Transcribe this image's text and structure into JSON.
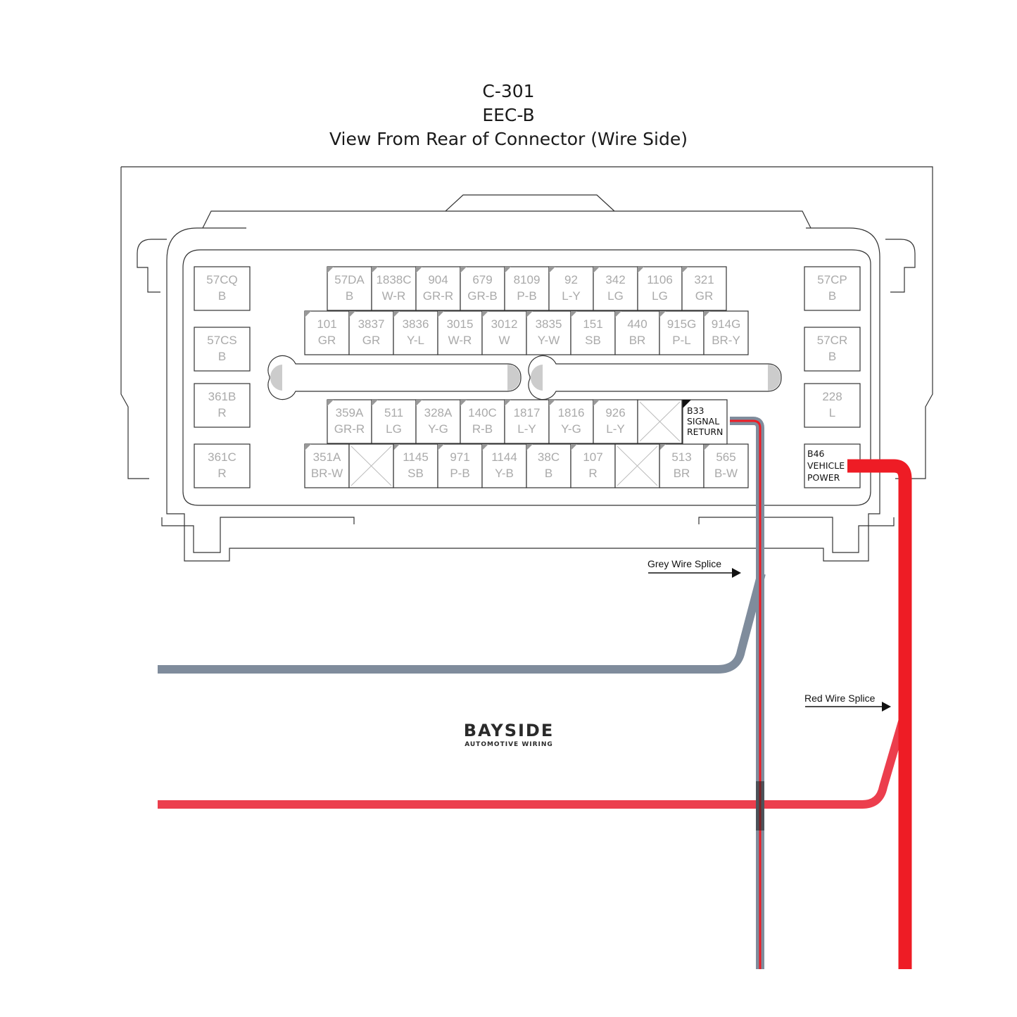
{
  "header": {
    "connector_id": "C-301",
    "connector_name": "EEC-B",
    "view_note": "View From Rear of Connector (Wire Side)"
  },
  "pins": {
    "side_left": [
      {
        "num": "57CQ",
        "color": "B"
      },
      {
        "num": "57CS",
        "color": "B"
      },
      {
        "num": "361B",
        "color": "R"
      },
      {
        "num": "361C",
        "color": "R"
      }
    ],
    "side_right": [
      {
        "num": "57CP",
        "color": "B"
      },
      {
        "num": "57CR",
        "color": "B"
      },
      {
        "num": "228",
        "color": "L"
      }
    ],
    "row1": [
      {
        "num": "57DA",
        "color": "B"
      },
      {
        "num": "1838C",
        "color": "W-R"
      },
      {
        "num": "904",
        "color": "GR-R"
      },
      {
        "num": "679",
        "color": "GR-B"
      },
      {
        "num": "8109",
        "color": "P-B"
      },
      {
        "num": "92",
        "color": "L-Y"
      },
      {
        "num": "342",
        "color": "LG"
      },
      {
        "num": "1106",
        "color": "LG"
      },
      {
        "num": "321",
        "color": "GR"
      }
    ],
    "row2": [
      {
        "num": "101",
        "color": "GR"
      },
      {
        "num": "3837",
        "color": "GR"
      },
      {
        "num": "3836",
        "color": "Y-L"
      },
      {
        "num": "3015",
        "color": "W-R"
      },
      {
        "num": "3012",
        "color": "W"
      },
      {
        "num": "3835",
        "color": "Y-W"
      },
      {
        "num": "151",
        "color": "SB"
      },
      {
        "num": "440",
        "color": "BR"
      },
      {
        "num": "915G",
        "color": "P-L"
      },
      {
        "num": "914G",
        "color": "BR-Y"
      }
    ],
    "row3": [
      {
        "num": "359A",
        "color": "GR-R"
      },
      {
        "num": "511",
        "color": "LG"
      },
      {
        "num": "328A",
        "color": "Y-G"
      },
      {
        "num": "140C",
        "color": "R-B"
      },
      {
        "num": "1817",
        "color": "L-Y"
      },
      {
        "num": "1816",
        "color": "Y-G"
      },
      {
        "num": "926",
        "color": "L-Y"
      }
    ],
    "row4": [
      {
        "num": "351A",
        "color": "BR-W"
      },
      {
        "num": "1145",
        "color": "SB"
      },
      {
        "num": "971",
        "color": "P-B"
      },
      {
        "num": "1144",
        "color": "Y-B"
      },
      {
        "num": "38C",
        "color": "B"
      },
      {
        "num": "107",
        "color": "R"
      },
      {
        "num": "513",
        "color": "BR"
      },
      {
        "num": "565",
        "color": "B-W"
      }
    ]
  },
  "highlighted_pins": {
    "signal_return": {
      "line1": "B33",
      "line2": "SIGNAL",
      "line3": "RETURN"
    },
    "vehicle_power": {
      "line1": "B46",
      "line2": "VEHICLE",
      "line3": "POWER"
    }
  },
  "splices": {
    "grey": "Grey Wire Splice",
    "red": "Red Wire Splice"
  },
  "wire_colors": {
    "grey": "#7f8c9c",
    "red_light": "#ec3e4d",
    "red": "#ee1c25",
    "outline": "#333333"
  },
  "brand": {
    "name": "BAYSIDE",
    "tagline": "AUTOMOTIVE WIRING"
  }
}
